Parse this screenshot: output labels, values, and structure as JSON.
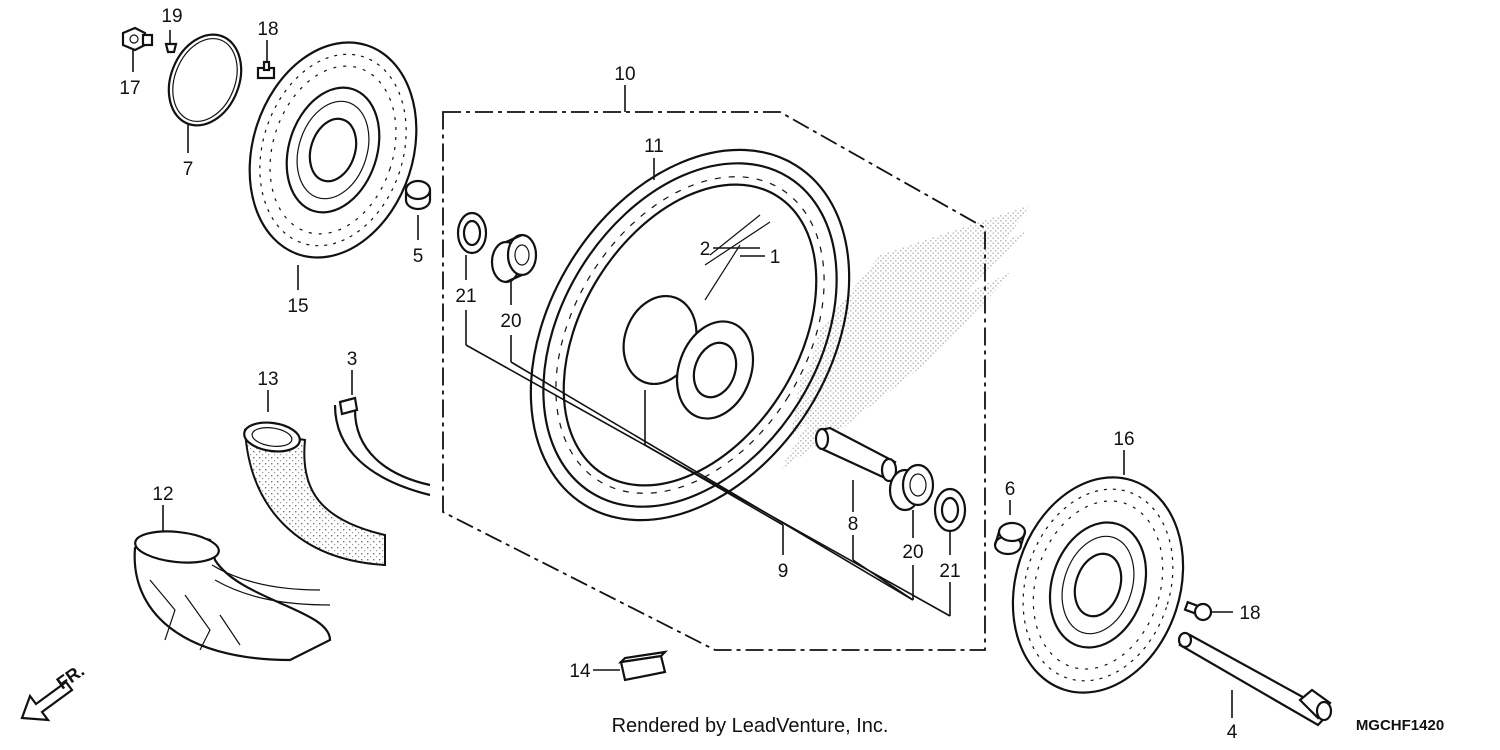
{
  "callouts": {
    "c1": "1",
    "c2": "2",
    "c3": "3",
    "c4": "4",
    "c5": "5",
    "c6": "6",
    "c7": "7",
    "c8": "8",
    "c9": "9",
    "c10": "10",
    "c11": "11",
    "c12": "12",
    "c13": "13",
    "c14": "14",
    "c15": "15",
    "c16": "16",
    "c17": "17",
    "c18a": "18",
    "c18b": "18",
    "c19": "19",
    "c20a": "20",
    "c20b": "20",
    "c21a": "21",
    "c21b": "21"
  },
  "direction_label": "FR.",
  "credit": "Rendered by LeadVenture, Inc.",
  "diagram_code": "MGCHF1420"
}
